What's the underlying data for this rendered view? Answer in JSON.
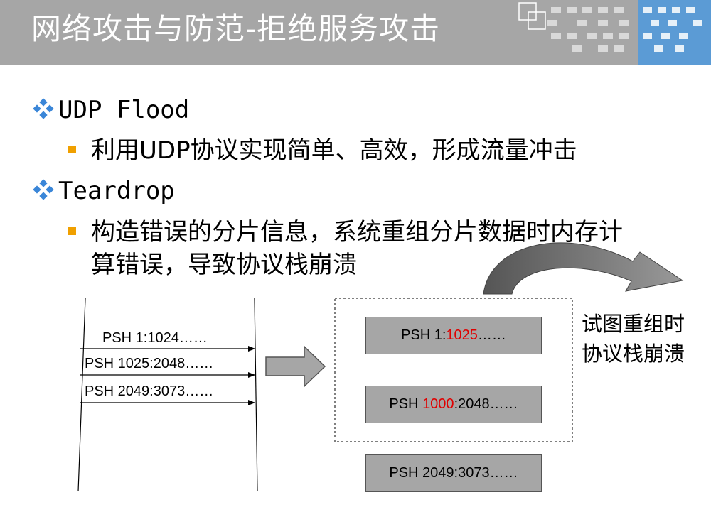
{
  "title": "网络攻击与防范-拒绝服务攻击",
  "colors": {
    "title_bar": "#a6a6a6",
    "accent_blue": "#5b9bd5",
    "bullet_square": "#f0a000",
    "highlight_red": "#e00000"
  },
  "bullets": [
    {
      "heading": "UDP Flood",
      "sub": "利用UDP协议实现简单、高效，形成流量冲击"
    },
    {
      "heading": "Teardrop",
      "sub_line1": "构造错误的分片信息，系统重组分片数据时内存计",
      "sub_line2": "算错误，导致协议栈崩溃"
    }
  ],
  "diagram": {
    "packets": [
      "PSH 1:1024……",
      "PSH 1025:2048……",
      "PSH 2049:3073……"
    ],
    "boxes": [
      {
        "prefix": "PSH 1:",
        "highlight": "1025",
        "suffix": "……"
      },
      {
        "prefix": "PSH ",
        "highlight": "1000",
        "suffix": ":2048……"
      },
      {
        "prefix": "PSH 2049:3073……",
        "highlight": "",
        "suffix": ""
      }
    ],
    "note_line1": "试图重组时",
    "note_line2": "协议栈崩溃"
  }
}
